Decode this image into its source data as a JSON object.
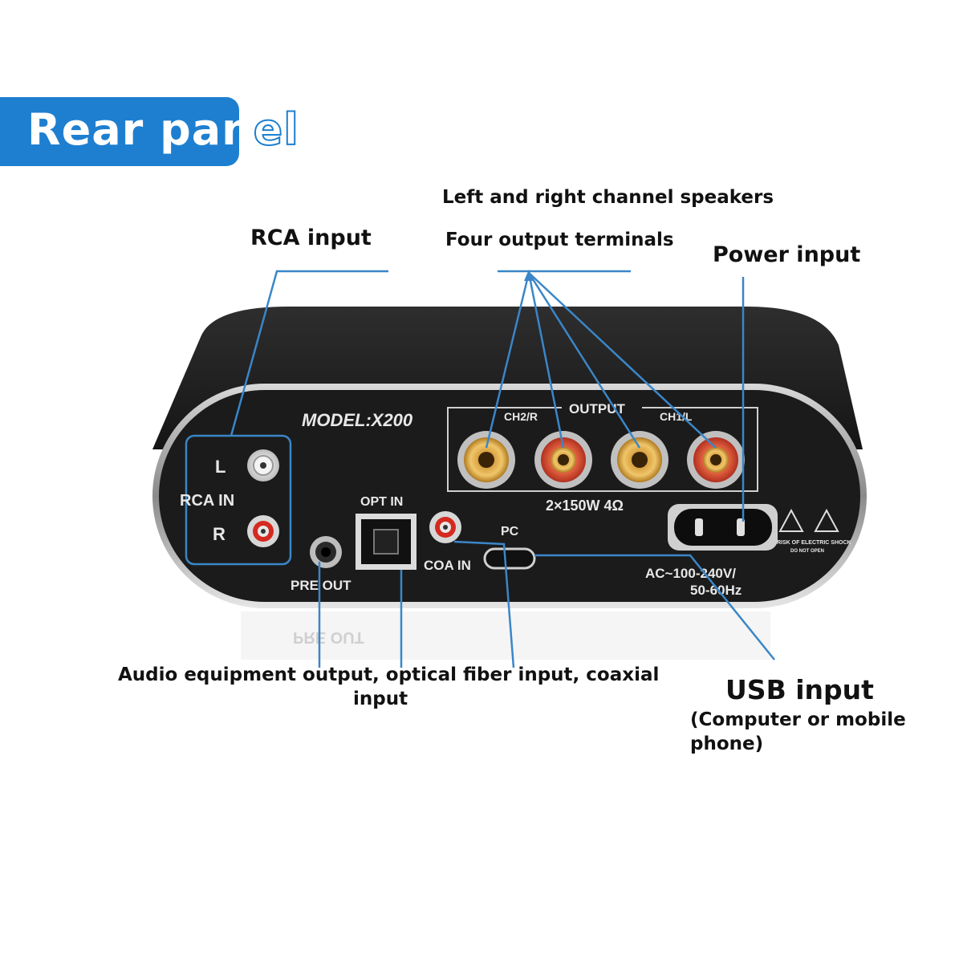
{
  "banner": {
    "title_main": "Rear pan",
    "title_tail": "el"
  },
  "callouts": {
    "speakers_line1": "Left and right channel speakers",
    "speakers_line2": "Four output terminals",
    "rca": "RCA input",
    "power": "Power input",
    "bottom_line1": "Audio equipment output, optical fiber input, coaxial",
    "bottom_line2": "input",
    "usb_title": "USB input",
    "usb_sub1": "(Computer or mobile",
    "usb_sub2": "phone)"
  },
  "panel": {
    "model": "MODEL:X200",
    "output": "OUTPUT",
    "ch2": "CH2/R",
    "ch1": "CH1/L",
    "power_rating": "2×150W 4Ω",
    "rca_l": "L",
    "rca_in": "RCA IN",
    "rca_r": "R",
    "opt_in": "OPT IN",
    "pc": "PC",
    "coa_in": "COA IN",
    "pre_out": "PRE OUT",
    "ac_line1": "AC~100-240V/",
    "ac_line2": "50-60Hz",
    "warning1": "RISK OF ELECTRIC SHOCK",
    "warning2": "DO NOT OPEN"
  },
  "colors": {
    "accent": "#1e7fd0",
    "callout_line": "#3a86c8",
    "chassis": "#1a1a1a"
  }
}
